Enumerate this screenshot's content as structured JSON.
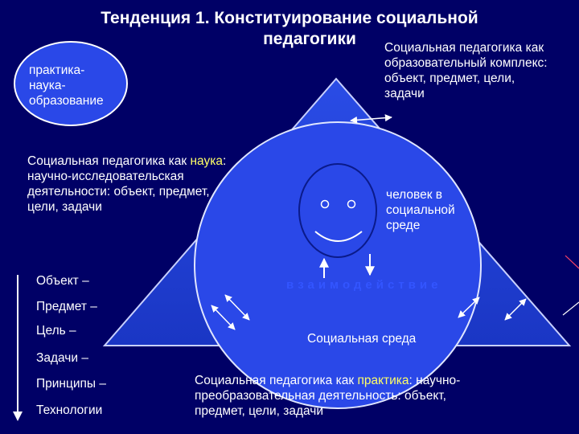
{
  "title": {
    "line1": "Тенденция 1. Конституирование социальной",
    "line2": "педагогики"
  },
  "circle_label": "практика-\nнаука-\nобразование",
  "top_right": "Социальная педагогика как\nобразовательный комплекс:\nобъект, предмет, цели,\nзадачи",
  "science": {
    "prefix": "Социальная педагогика как ",
    "highlight": "наука",
    "suffix": ":\nнаучно-исследовательская\nдеятельности: объект, предмет,\nцели, задачи"
  },
  "person_label": "человек в\nсоциальной\nсреде",
  "interaction_label": "взаимодействие",
  "environment_label": "Социальная среда",
  "list_items": [
    "Объект –",
    "Предмет –",
    "Цель –",
    "Задачи –",
    "Принципы –",
    "Технологии"
  ],
  "practice": {
    "prefix": "Социальная педагогика как ",
    "highlight": "практика",
    "suffix": ": научно-\nпреобразовательная деятельность: объект,\nпредмет, цели, задачи"
  },
  "colors": {
    "background": "#000066",
    "triangle": "#1f3fd6",
    "circle": "#2a48e8",
    "highlight": "#ffff66",
    "interaction": "#3355ff"
  }
}
